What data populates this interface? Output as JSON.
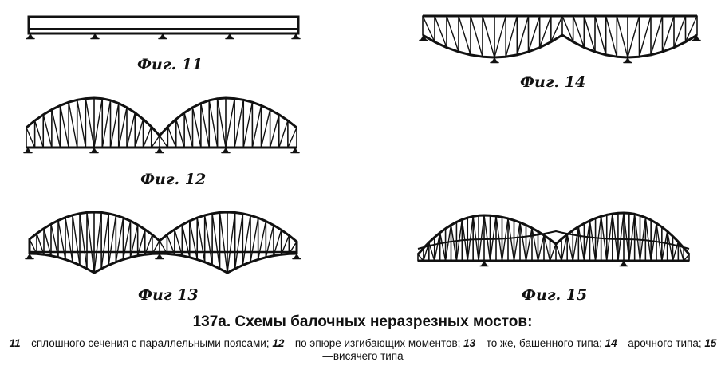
{
  "figures": {
    "fig11": "Фиг. 11",
    "fig12": "Фиг. 12",
    "fig13": "Фиг 13",
    "fig14": "Фиг. 14",
    "fig15": "Фиг. 15"
  },
  "title": "137а. Схемы балочных неразрезных мостов:",
  "caption": {
    "n11": "11",
    "t11": "—сплошного сечения с параллельными поясами; ",
    "n12": "12",
    "t12": "—по эпюре изгибающих моментов; ",
    "n13": "13",
    "t13": "—то же, башенного типа; ",
    "n14": "14",
    "t14": "—арочного типа; ",
    "n15": "15",
    "t15": "—висячего типа"
  }
}
